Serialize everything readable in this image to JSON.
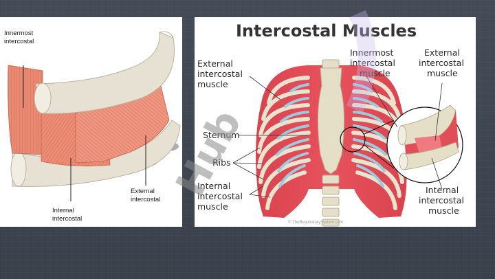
{
  "left_diagram": {
    "labels": {
      "innermost": [
        "Innermost",
        "intercostal"
      ],
      "external": [
        "External",
        "intercostal"
      ],
      "internal": [
        "Internal",
        "intercostal"
      ]
    }
  },
  "right_diagram": {
    "title": "Intercostal Muscles",
    "labels": {
      "external_intercostal_muscle": [
        "External",
        "intercostal",
        "muscle"
      ],
      "innermost_intercostal_muscle": [
        "Innermost",
        "intercostal",
        "muscle"
      ],
      "external_inset": [
        "External",
        "intercostal",
        "muscle"
      ],
      "sternum": "Sternum",
      "ribs": "Ribs",
      "internal_intercostal_muscle": [
        "Internal",
        "intercostal",
        "muscle"
      ],
      "internal_inset": [
        "Internal",
        "intercostal",
        "muscle"
      ]
    },
    "credit": "© TheRespiratorySystem.com"
  },
  "watermark": "Hub"
}
